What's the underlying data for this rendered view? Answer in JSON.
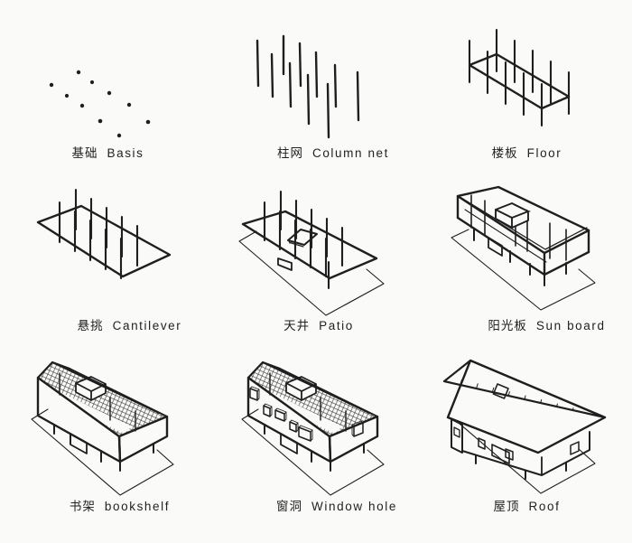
{
  "page": {
    "background": "#fafaf9",
    "ink": "#1f1f1f",
    "description": "Hand-drawn architectural design sequence diagram, 3x3 grid of sketches"
  },
  "steps": [
    {
      "id": "basis",
      "label_cn": "基础",
      "label_en": "Basis"
    },
    {
      "id": "column-net",
      "label_cn": "柱网",
      "label_en": "Column net"
    },
    {
      "id": "floor",
      "label_cn": "楼板",
      "label_en": "Floor"
    },
    {
      "id": "cantilever",
      "label_cn": "悬挑",
      "label_en": "Cantilever"
    },
    {
      "id": "patio",
      "label_cn": "天井",
      "label_en": "Patio"
    },
    {
      "id": "sun-board",
      "label_cn": "阳光板",
      "label_en": "Sun board"
    },
    {
      "id": "bookshelf",
      "label_cn": "书架",
      "label_en": "bookshelf"
    },
    {
      "id": "window-hole",
      "label_cn": "窗洞",
      "label_en": "Window hole"
    },
    {
      "id": "roof",
      "label_cn": "屋顶",
      "label_en": "Roof"
    }
  ]
}
